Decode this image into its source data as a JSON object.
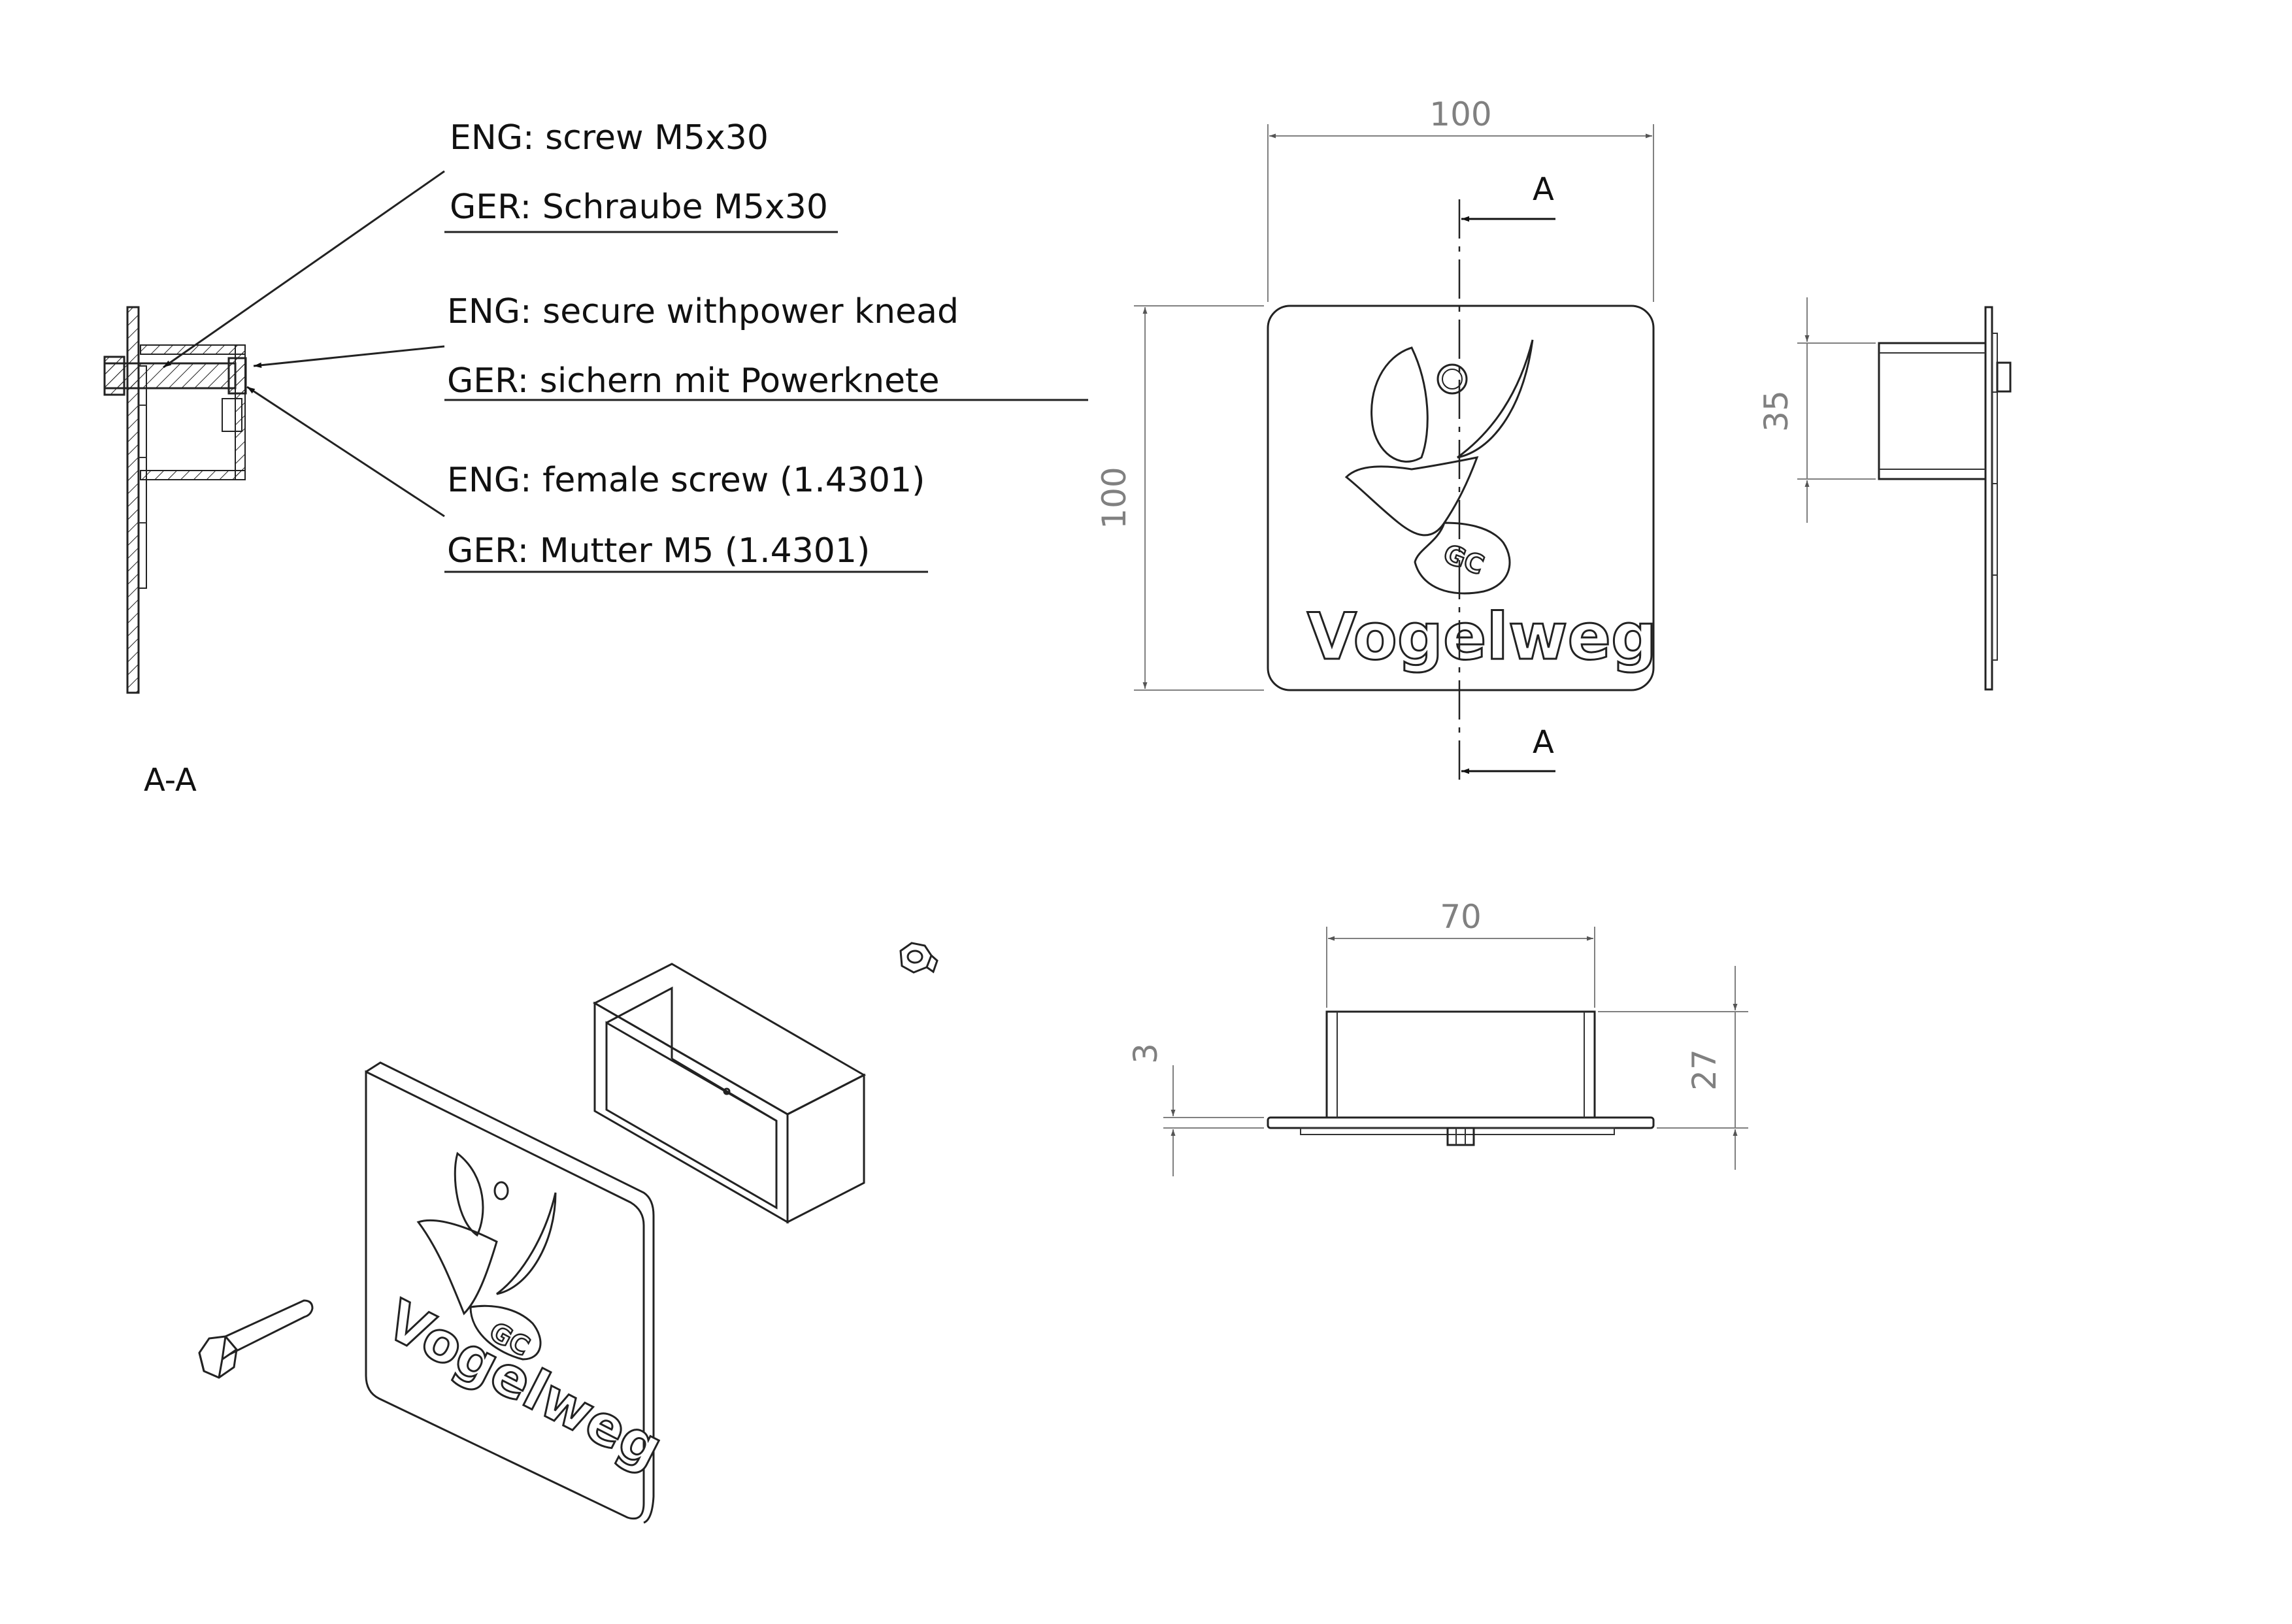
{
  "section_label": "A-A",
  "callouts": {
    "screw_eng": "ENG: screw M5x30",
    "screw_ger": "GER: Schraube M5x30",
    "secure_eng": "ENG: secure withpower knead",
    "secure_ger": "GER: sichern mit Powerknete",
    "nut_eng": "ENG: female screw (1.4301)",
    "nut_ger": "GER: Mutter M5 (1.4301)"
  },
  "section_marks": {
    "top": "A",
    "bottom": "A"
  },
  "dimensions": {
    "front_width": "100",
    "front_height": "100",
    "side_box_height": "35",
    "top_box_width": "70",
    "top_plate_thickness": "3",
    "top_total_depth": "27"
  },
  "sign": {
    "text": "Vogelweg",
    "logo_letters": "GC"
  },
  "colors": {
    "line": "#222222",
    "dimension": "#808080",
    "background": "#ffffff"
  }
}
